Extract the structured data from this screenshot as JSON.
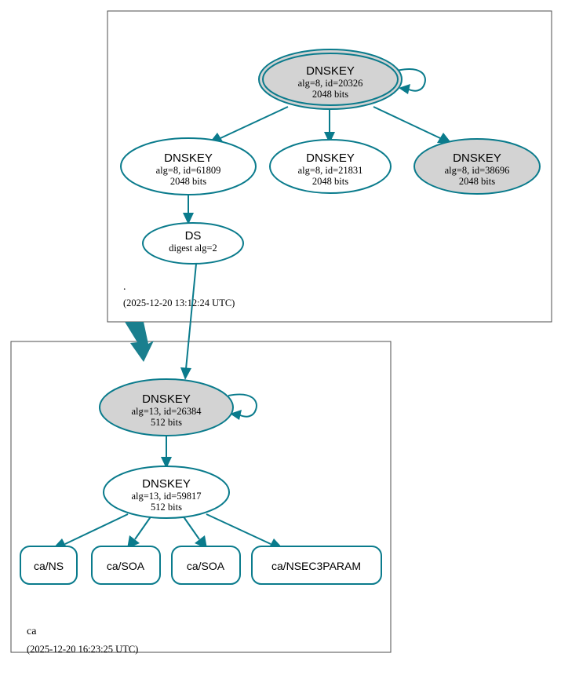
{
  "graph": {
    "type": "dnssec-authentication-chain",
    "stroke_color": "#0a7b8c",
    "secure_fill": "#d3d3d3",
    "plain_fill": "#ffffff",
    "cluster_border": "#4d4d4d"
  },
  "zones": [
    {
      "id": "root",
      "name": ".",
      "timestamp": "(2025-12-20 13:12:24 UTC)",
      "nodes": [
        {
          "id": "root-ksk-20326",
          "kind": "DNSKEY",
          "title": "DNSKEY",
          "line2": "alg=8, id=20326",
          "line3": "2048 bits",
          "fill": "gray",
          "double_border": true,
          "self_signed": true
        },
        {
          "id": "root-zsk-61809",
          "kind": "DNSKEY",
          "title": "DNSKEY",
          "line2": "alg=8, id=61809",
          "line3": "2048 bits",
          "fill": "white",
          "double_border": false,
          "self_signed": false
        },
        {
          "id": "root-zsk-21831",
          "kind": "DNSKEY",
          "title": "DNSKEY",
          "line2": "alg=8, id=21831",
          "line3": "2048 bits",
          "fill": "white",
          "double_border": false,
          "self_signed": false
        },
        {
          "id": "root-zsk-38696",
          "kind": "DNSKEY",
          "title": "DNSKEY",
          "line2": "alg=8, id=38696",
          "line3": "2048 bits",
          "fill": "gray",
          "double_border": false,
          "self_signed": false
        },
        {
          "id": "root-ds",
          "kind": "DS",
          "title": "DS",
          "line2": "digest alg=2",
          "line3": "",
          "fill": "white",
          "double_border": false,
          "self_signed": false
        }
      ]
    },
    {
      "id": "ca",
      "name": "ca",
      "timestamp": "(2025-12-20 16:23:25 UTC)",
      "nodes": [
        {
          "id": "ca-ksk-26384",
          "kind": "DNSKEY",
          "title": "DNSKEY",
          "line2": "alg=13, id=26384",
          "line3": "512 bits",
          "fill": "gray",
          "double_border": false,
          "self_signed": true
        },
        {
          "id": "ca-zsk-59817",
          "kind": "DNSKEY",
          "title": "DNSKEY",
          "line2": "alg=13, id=59817",
          "line3": "512 bits",
          "fill": "white",
          "double_border": false,
          "self_signed": false
        }
      ],
      "rrsets": [
        {
          "id": "ca-ns",
          "label": "ca/NS"
        },
        {
          "id": "ca-soa-1",
          "label": "ca/SOA"
        },
        {
          "id": "ca-soa-2",
          "label": "ca/SOA"
        },
        {
          "id": "ca-nsec3param",
          "label": "ca/NSEC3PARAM"
        }
      ]
    }
  ],
  "edges": [
    {
      "from": "root-ksk-20326",
      "to": "root-ksk-20326",
      "kind": "self-signature"
    },
    {
      "from": "root-ksk-20326",
      "to": "root-zsk-61809",
      "kind": "signature"
    },
    {
      "from": "root-ksk-20326",
      "to": "root-zsk-21831",
      "kind": "signature"
    },
    {
      "from": "root-ksk-20326",
      "to": "root-zsk-38696",
      "kind": "signature"
    },
    {
      "from": "root-zsk-61809",
      "to": "root-ds",
      "kind": "signature"
    },
    {
      "from": "root-ds",
      "to": "ca-ksk-26384",
      "kind": "delegation"
    },
    {
      "from": "ca-ksk-26384",
      "to": "ca-ksk-26384",
      "kind": "self-signature"
    },
    {
      "from": "ca-ksk-26384",
      "to": "ca-zsk-59817",
      "kind": "signature"
    },
    {
      "from": "ca-zsk-59817",
      "to": "ca-ns",
      "kind": "signature"
    },
    {
      "from": "ca-zsk-59817",
      "to": "ca-soa-1",
      "kind": "signature"
    },
    {
      "from": "ca-zsk-59817",
      "to": "ca-soa-2",
      "kind": "signature"
    },
    {
      "from": "ca-zsk-59817",
      "to": "ca-nsec3param",
      "kind": "signature"
    }
  ]
}
